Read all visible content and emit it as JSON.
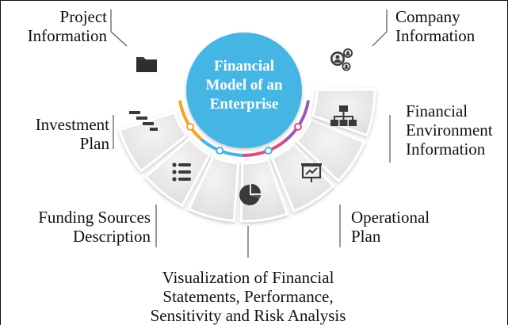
{
  "center": {
    "lines": [
      "Financial",
      "Model of an",
      "Enterprise"
    ],
    "color": "#45b6e3"
  },
  "segments": [
    {
      "name": "project-information",
      "icon": "folder-icon",
      "label": [
        "Project",
        "Information"
      ]
    },
    {
      "name": "investment-plan",
      "icon": "gantt-icon",
      "label": [
        "Investment",
        "Plan"
      ]
    },
    {
      "name": "funding-sources-description",
      "icon": "list-icon",
      "label": [
        "Funding Sources",
        "Description"
      ]
    },
    {
      "name": "visualization",
      "icon": "pie-chart-icon",
      "label": [
        "Visualization of Financial",
        "Statements, Performance,",
        "Sensitivity and Risk Analysis"
      ]
    },
    {
      "name": "operational-plan",
      "icon": "presentation-icon",
      "label": [
        "Operational",
        "Plan"
      ]
    },
    {
      "name": "financial-environment-information",
      "icon": "org-chart-icon",
      "label": [
        "Financial",
        "Environment",
        "Information"
      ]
    },
    {
      "name": "company-information",
      "icon": "people-icon",
      "label": [
        "Company",
        "Information"
      ]
    }
  ],
  "arc_colors": [
    "#f5a623",
    "#45b6e3",
    "#e04a86",
    "#9b59b6"
  ]
}
